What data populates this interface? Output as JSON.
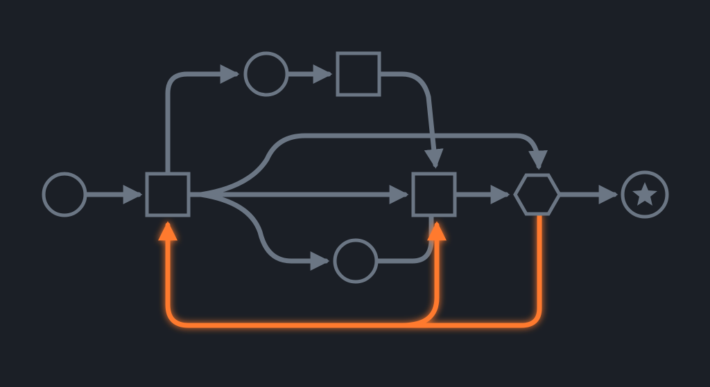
{
  "colors": {
    "background": "#1b1f26",
    "node_stroke": "#6b7684",
    "edge_gray": "#6b7684",
    "feedback_orange": "#ff7a2f"
  },
  "nodes": [
    {
      "id": "start",
      "shape": "circle"
    },
    {
      "id": "split",
      "shape": "square"
    },
    {
      "id": "upper-event",
      "shape": "circle"
    },
    {
      "id": "upper-task",
      "shape": "square"
    },
    {
      "id": "lower-event",
      "shape": "circle"
    },
    {
      "id": "merge",
      "shape": "square"
    },
    {
      "id": "gateway",
      "shape": "hexagon"
    },
    {
      "id": "end",
      "shape": "circle",
      "icon": "star-icon"
    }
  ],
  "edges": [
    {
      "from": "start",
      "to": "split",
      "type": "flow"
    },
    {
      "from": "split",
      "to": "upper-event",
      "type": "flow"
    },
    {
      "from": "upper-event",
      "to": "upper-task",
      "type": "flow"
    },
    {
      "from": "upper-task",
      "to": "merge",
      "type": "flow"
    },
    {
      "from": "split",
      "to": "merge",
      "type": "flow"
    },
    {
      "from": "split",
      "to": "gateway",
      "type": "flow"
    },
    {
      "from": "split",
      "to": "lower-event",
      "type": "flow"
    },
    {
      "from": "lower-event",
      "to": "merge",
      "type": "flow"
    },
    {
      "from": "merge",
      "to": "gateway",
      "type": "flow"
    },
    {
      "from": "gateway",
      "to": "end",
      "type": "flow"
    },
    {
      "from": "gateway",
      "to": "split",
      "type": "feedback"
    },
    {
      "from": "gateway",
      "to": "merge",
      "type": "feedback"
    }
  ]
}
